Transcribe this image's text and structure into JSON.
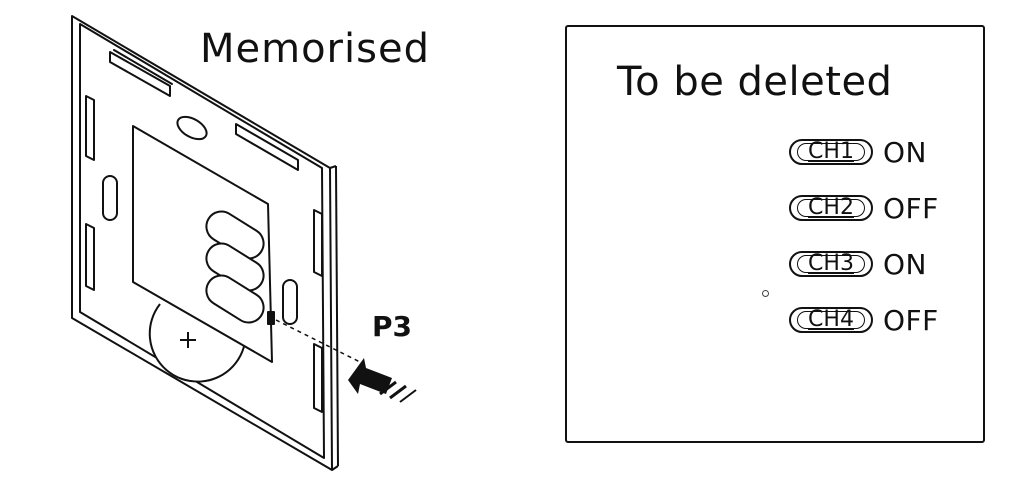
{
  "device": {
    "memorised_label": "Memorised",
    "pointer_label": "P3"
  },
  "panel": {
    "title": "To be deleted",
    "channels": [
      {
        "name": "CH1",
        "state": "ON"
      },
      {
        "name": "CH2",
        "state": "OFF"
      },
      {
        "name": "CH3",
        "state": "ON"
      },
      {
        "name": "CH4",
        "state": "OFF"
      }
    ]
  }
}
